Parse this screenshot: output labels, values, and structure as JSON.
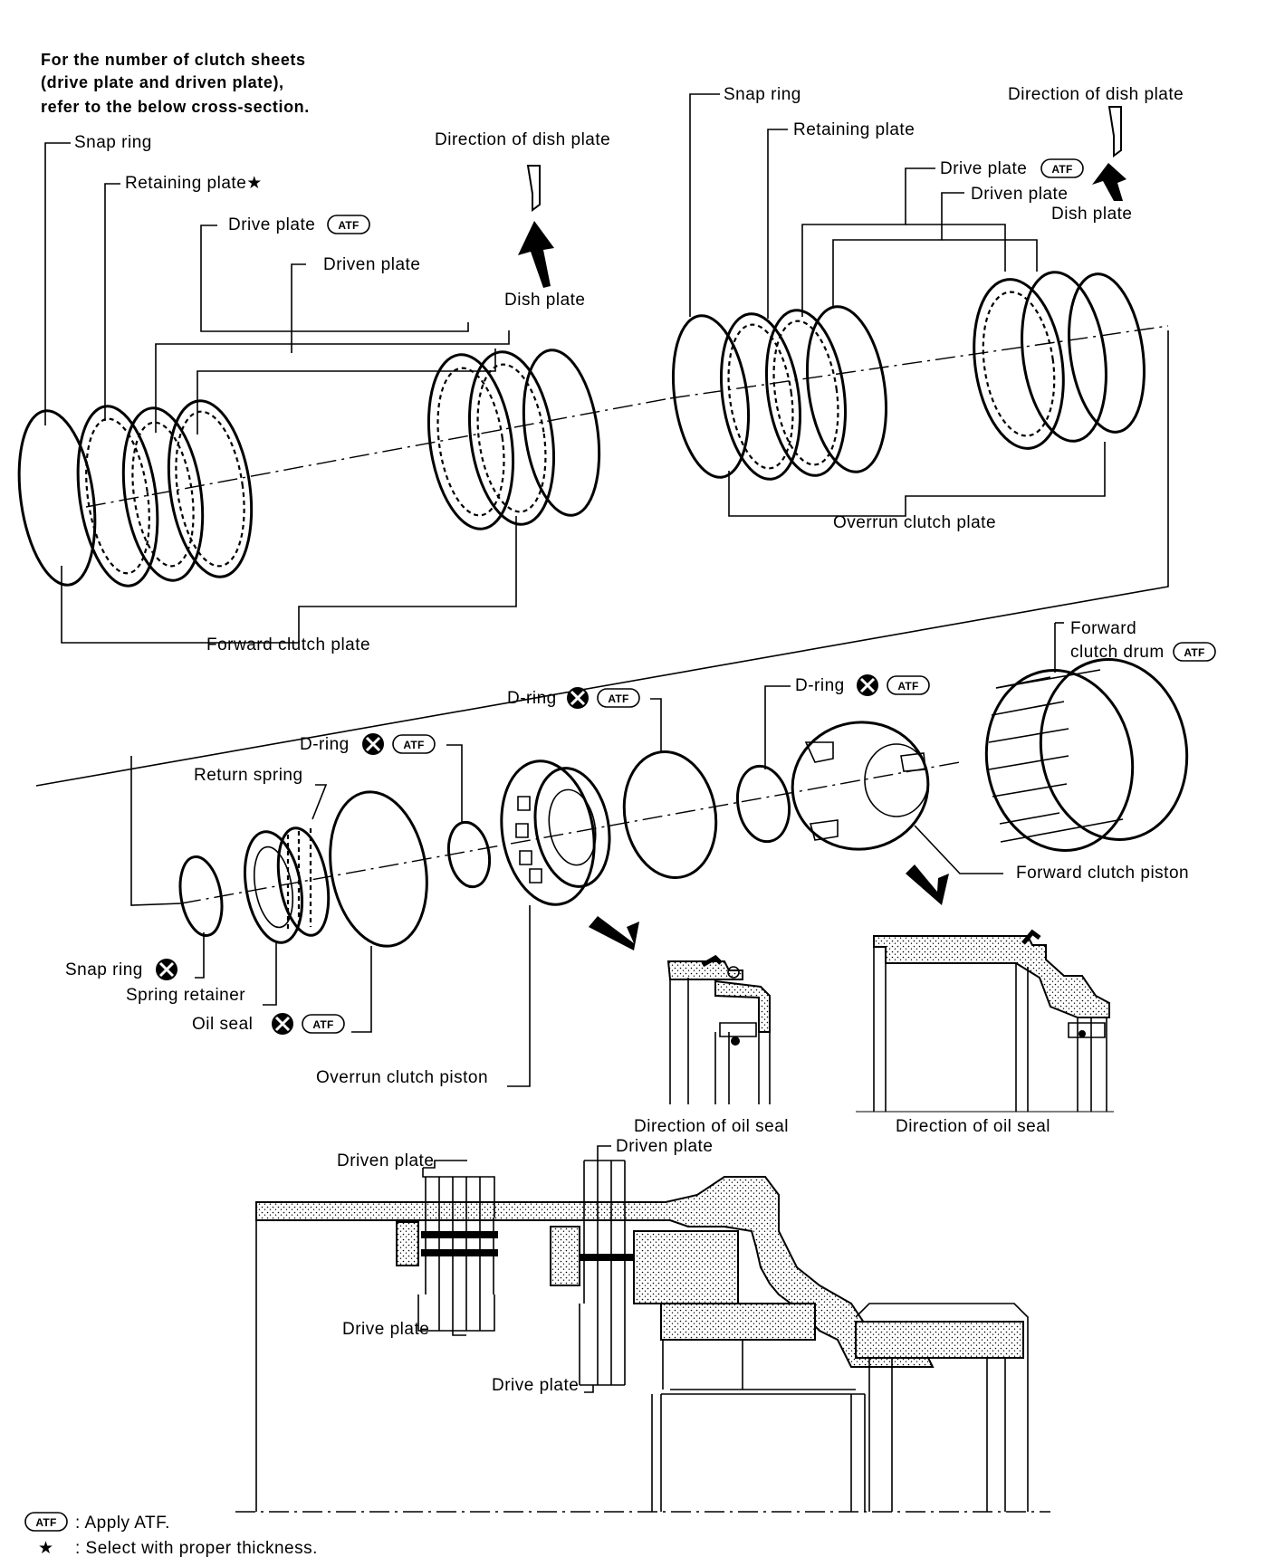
{
  "header_note": {
    "line1": "For the number of clutch sheets",
    "line2": "(drive plate and driven plate),",
    "line3": "refer to the below cross-section."
  },
  "forward_clutch_group": {
    "snap_ring": "Snap ring",
    "retaining_plate": "Retaining plate★",
    "drive_plate": "Drive plate",
    "driven_plate": "Driven plate",
    "direction_of_dish_plate": "Direction of dish plate",
    "dish_plate": "Dish plate",
    "group_label": "Forward clutch plate"
  },
  "overrun_clutch_group": {
    "snap_ring": "Snap ring",
    "retaining_plate": "Retaining plate",
    "drive_plate": "Drive plate",
    "driven_plate": "Driven plate",
    "direction_of_dish_plate": "Direction of dish plate",
    "dish_plate": "Dish plate",
    "group_label": "Overrun clutch plate"
  },
  "piston_group": {
    "forward_clutch_drum_line1": "Forward",
    "forward_clutch_drum_line2": "clutch drum",
    "d_ring_1": "D-ring",
    "d_ring_2": "D-ring",
    "d_ring_3": "D-ring",
    "return_spring": "Return spring",
    "snap_ring": "Snap ring",
    "spring_retainer": "Spring retainer",
    "oil_seal": "Oil seal",
    "overrun_clutch_piston": "Overrun clutch piston",
    "forward_clutch_piston": "Forward clutch piston",
    "direction_of_oil_seal_1": "Direction of oil seal",
    "direction_of_oil_seal_2": "Direction of oil seal"
  },
  "cross_section": {
    "driven_plate_1": "Driven plate",
    "driven_plate_2": "Driven plate",
    "drive_plate_1": "Drive plate",
    "drive_plate_2": "Drive plate"
  },
  "legend": {
    "atf_symbol": "ATF",
    "atf_text": ": Apply ATF.",
    "star_symbol": "★",
    "star_text": ": Select with proper thickness."
  },
  "atf_badge": "ATF"
}
